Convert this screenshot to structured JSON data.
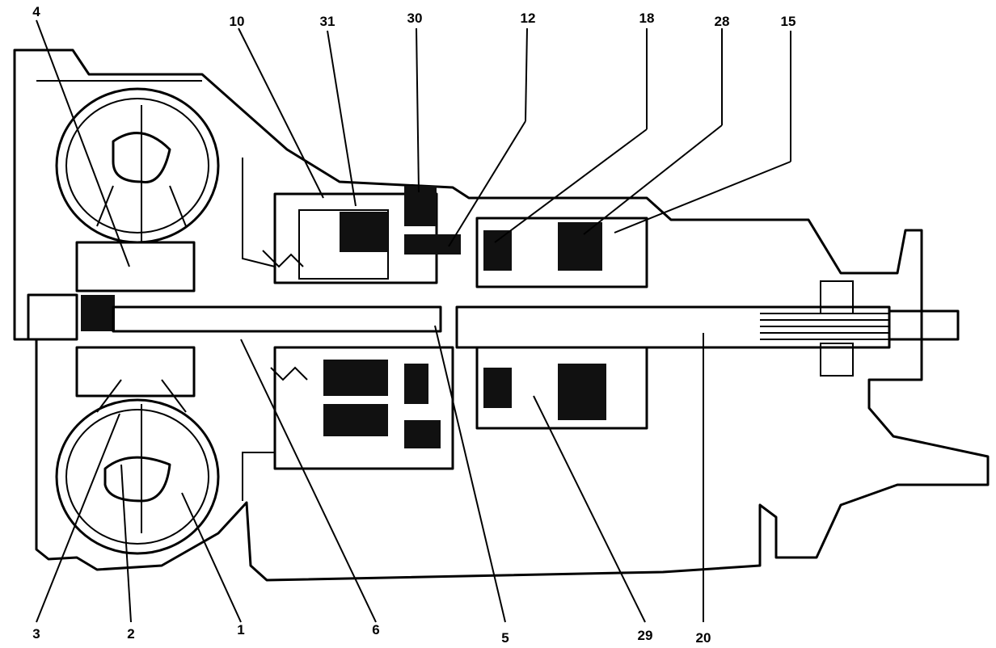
{
  "diagram": {
    "callouts": {
      "top": [
        {
          "id": "c4",
          "label": "4"
        },
        {
          "id": "c10",
          "label": "10"
        },
        {
          "id": "c31",
          "label": "31"
        },
        {
          "id": "c30",
          "label": "30"
        },
        {
          "id": "c12",
          "label": "12"
        },
        {
          "id": "c18",
          "label": "18"
        },
        {
          "id": "c28",
          "label": "28"
        },
        {
          "id": "c15",
          "label": "15"
        }
      ],
      "bottom": [
        {
          "id": "c3",
          "label": "3"
        },
        {
          "id": "c2",
          "label": "2"
        },
        {
          "id": "c1",
          "label": "1"
        },
        {
          "id": "c6",
          "label": "6"
        },
        {
          "id": "c5",
          "label": "5"
        },
        {
          "id": "c29",
          "label": "29"
        },
        {
          "id": "c20",
          "label": "20"
        }
      ]
    }
  }
}
